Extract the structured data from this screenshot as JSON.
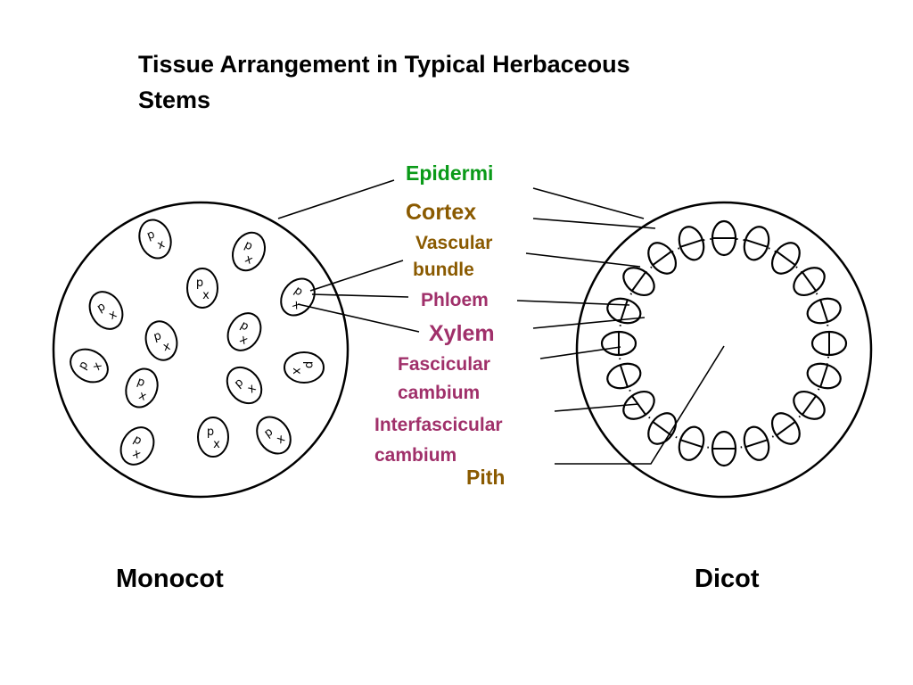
{
  "title": {
    "line1": "Tissue Arrangement in Typical Herbaceous",
    "line2": "Stems"
  },
  "labels": {
    "epidermis": "Epidermi",
    "cortex": "Cortex",
    "vascular_bundle": [
      "Vascular",
      "bundle"
    ],
    "phloem": "Phloem",
    "xylem": "Xylem",
    "fascicular_cambium": [
      "Fascicular",
      "cambium"
    ],
    "interfascicular_cambium": [
      "Interfascicular",
      "cambium"
    ],
    "pith": "Pith"
  },
  "bundle_letters": {
    "phloem": "p",
    "xylem": "x"
  },
  "captions": {
    "monocot": "Monocot",
    "dicot": "Dicot"
  },
  "colors": {
    "green": "#0a9a18",
    "brown": "#8a5a00",
    "magenta": "#a0306a",
    "line": "#000000"
  }
}
